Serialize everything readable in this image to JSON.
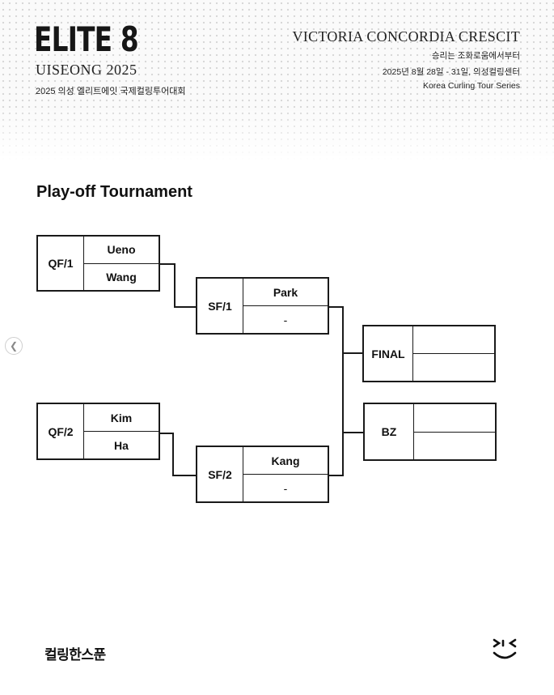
{
  "header": {
    "logo_title": "ELITE 8",
    "logo_subtitle": "UISEONG 2025",
    "logo_korean": "2025 의성 엘리트에잇 국제컬링투어대회",
    "motto": "VICTORIA CONCORDIA CRESCIT",
    "motto_korean": "승리는 조화로움에서부터",
    "dates": "2025년 8월 28일 - 31일, 의성컬링센터",
    "series": "Korea Curling Tour Series"
  },
  "section_title": "Play-off Tournament",
  "bracket": {
    "qf1": {
      "label": "QF/1",
      "team1": "Ueno",
      "team2": "Wang"
    },
    "qf2": {
      "label": "QF/2",
      "team1": "Kim",
      "team2": "Ha"
    },
    "sf1": {
      "label": "SF/1",
      "team1": "Park",
      "team2": "-"
    },
    "sf2": {
      "label": "SF/2",
      "team1": "Kang",
      "team2": "-"
    },
    "final": {
      "label": "FINAL",
      "team1": "",
      "team2": ""
    },
    "bz": {
      "label": "BZ",
      "team1": "",
      "team2": ""
    }
  },
  "footer": {
    "brand": "컬링한스푼"
  },
  "icons": {
    "nav": "chevron-left-icon",
    "brand_mark": "smile-logo-icon"
  },
  "colors": {
    "line": "#1a1a1a",
    "text": "#111111",
    "header_dots": "#d6d6d6"
  }
}
